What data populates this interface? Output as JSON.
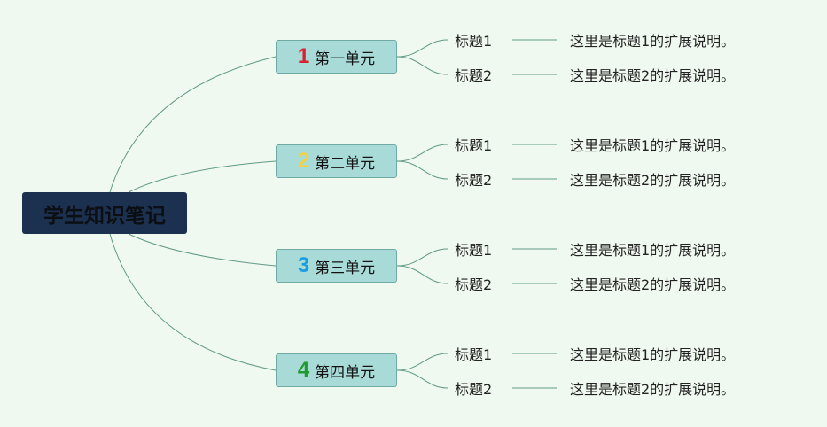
{
  "root": {
    "label": "学生知识笔记"
  },
  "units": [
    {
      "num": "1",
      "label": "第一单元",
      "color": "#d9202f",
      "items": [
        {
          "title": "标题1",
          "desc": "这里是标题1的扩展说明。"
        },
        {
          "title": "标题2",
          "desc": "这里是标题2的扩展说明。"
        }
      ]
    },
    {
      "num": "2",
      "label": "第二单元",
      "color": "#f0d24a",
      "items": [
        {
          "title": "标题1",
          "desc": "这里是标题1的扩展说明。"
        },
        {
          "title": "标题2",
          "desc": "这里是标题2的扩展说明。"
        }
      ]
    },
    {
      "num": "3",
      "label": "第三单元",
      "color": "#1a9de0",
      "items": [
        {
          "title": "标题1",
          "desc": "这里是标题1的扩展说明。"
        },
        {
          "title": "标题2",
          "desc": "这里是标题2的扩展说明。"
        }
      ]
    },
    {
      "num": "4",
      "label": "第四单元",
      "color": "#1e9a2e",
      "items": [
        {
          "title": "标题1",
          "desc": "这里是标题1的扩展说明。"
        },
        {
          "title": "标题2",
          "desc": "这里是标题2的扩展说明。"
        }
      ]
    }
  ],
  "line_color": "#5f9a86"
}
